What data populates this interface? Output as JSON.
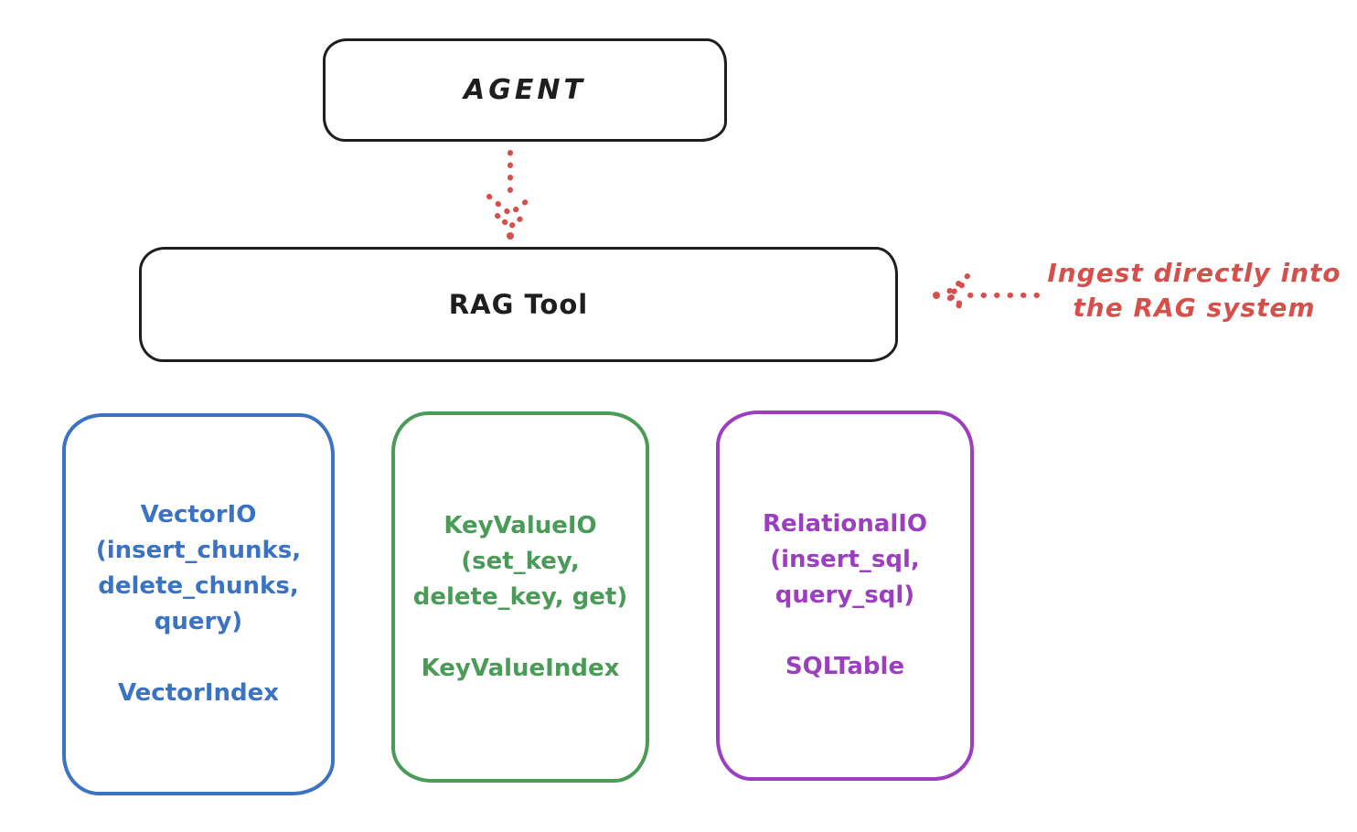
{
  "diagram": {
    "agent": {
      "label": "AGENT"
    },
    "rag_tool": {
      "label": "RAG Tool"
    },
    "agent_to_rag_arrow": {
      "style": "dotted",
      "direction": "down",
      "color": "#d6504b"
    },
    "ingest_annotation": {
      "line1": "Ingest directly into",
      "line2": "the RAG system",
      "arrow_direction": "left",
      "arrow_style": "dotted",
      "color": "#d6504b"
    },
    "io_boxes": [
      {
        "name": "vector-io",
        "color": "#3b73c4",
        "lines": [
          "VectorIO",
          "(insert_chunks,",
          "delete_chunks,",
          "query)"
        ],
        "index_label": "VectorIndex"
      },
      {
        "name": "keyvalue-io",
        "color": "#4a9b57",
        "lines": [
          "KeyValueIO",
          "(set_key,",
          "delete_key, get)"
        ],
        "index_label": "KeyValueIndex"
      },
      {
        "name": "relational-io",
        "color": "#9b3fc0",
        "lines": [
          "RelationalIO",
          "(insert_sql,",
          "query_sql)"
        ],
        "index_label": "SQLTable"
      }
    ],
    "stroke_color": "#1e1e1e",
    "background_color": "#ffffff"
  }
}
